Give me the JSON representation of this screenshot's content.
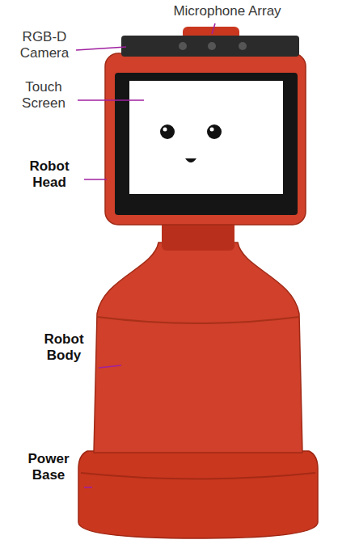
{
  "diagram": {
    "labels": [
      "Microphone Array",
      "RGB-D Camera",
      "Touch Screen",
      "Robot Head",
      "Robot Body",
      "Power Base"
    ]
  }
}
